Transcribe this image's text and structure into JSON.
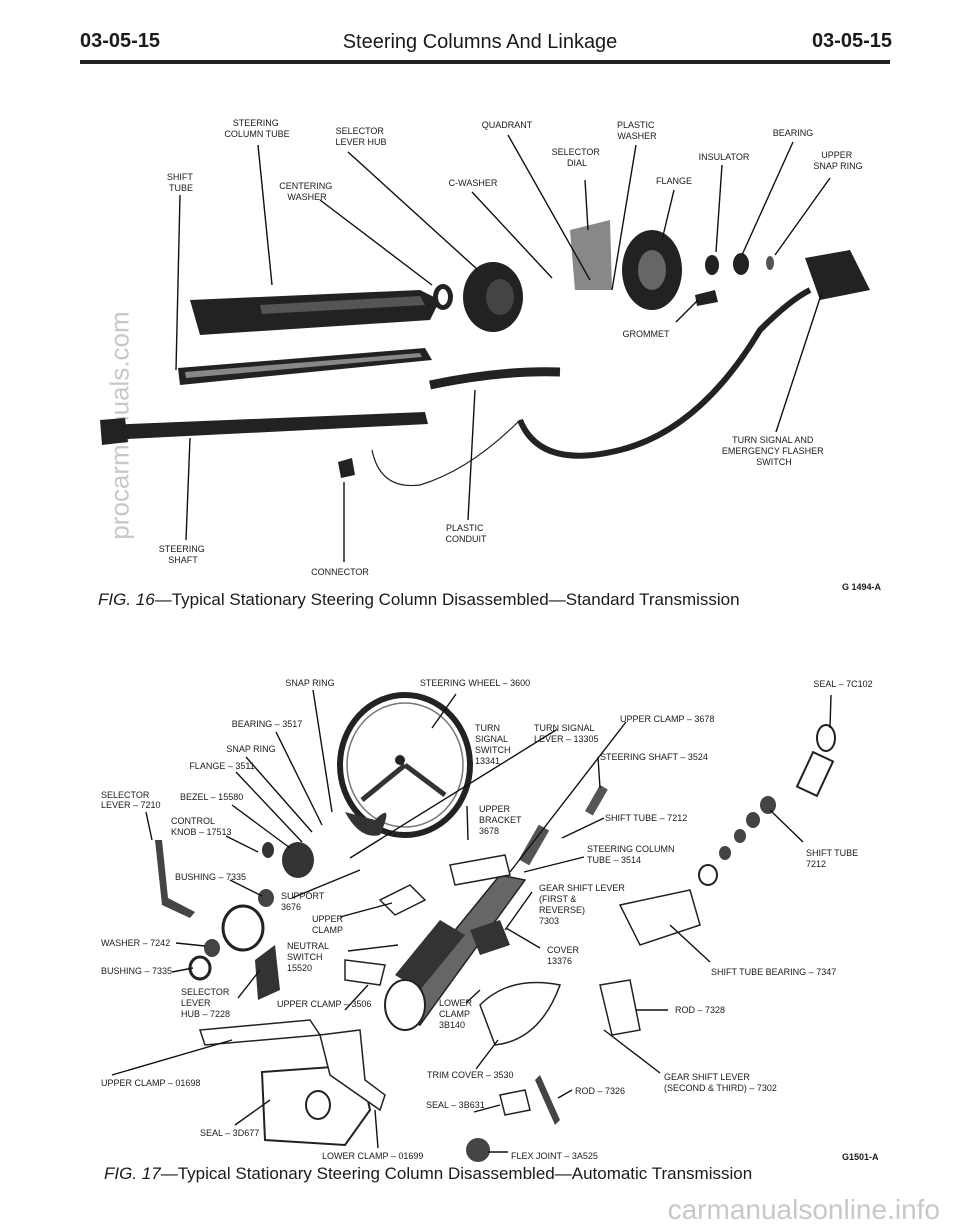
{
  "header": {
    "left_code": "03-05-15",
    "title": "Steering Columns And Linkage",
    "right_code": "03-05-15"
  },
  "figure16": {
    "labels": {
      "steering_column_tube": [
        "STEERING",
        "COLUMN TUBE"
      ],
      "selector_lever_hub": [
        "SELECTOR",
        "LEVER HUB"
      ],
      "quadrant": "QUADRANT",
      "plastic_washer": [
        "PLASTIC",
        "WASHER"
      ],
      "bearing": "BEARING",
      "shift_tube": [
        "SHIFT",
        "TUBE"
      ],
      "centering_washer": [
        "CENTERING",
        "WASHER"
      ],
      "c_washer": "C-WASHER",
      "selector_dial": [
        "SELECTOR",
        "DIAL"
      ],
      "insulator": "INSULATOR",
      "upper_snap_ring": [
        "UPPER",
        "SNAP RING"
      ],
      "flange": "FLANGE",
      "grommet": "GROMMET",
      "turn_signal": [
        "TURN SIGNAL AND",
        "EMERGENCY FLASHER",
        "SWITCH"
      ],
      "steering_shaft": [
        "STEERING",
        "SHAFT"
      ],
      "plastic_conduit": [
        "PLASTIC",
        "CONDUIT"
      ],
      "connector": "CONNECTOR"
    },
    "caption_prefix": "FIG.",
    "caption_num": "16",
    "caption_text": "—Typical Stationary Steering Column Disassembled—Standard Transmission",
    "code": "G 1494-A"
  },
  "figure17": {
    "labels": {
      "snap_ring_top": "SNAP RING",
      "steering_wheel": "STEERING WHEEL – 3600",
      "seal_7c102": "SEAL – 7C102",
      "bearing_3517": "BEARING – 3517",
      "turn_signal_switch": [
        "TURN",
        "SIGNAL",
        "SWITCH",
        "13341"
      ],
      "turn_signal_lever": [
        "TURN SIGNAL",
        "LEVER – 13305"
      ],
      "upper_clamp_3678": "UPPER CLAMP – 3678",
      "snap_ring_2": "SNAP RING",
      "flange_3511": "FLANGE – 3511",
      "steering_shaft_3524": "STEERING SHAFT – 3524",
      "selector_lever": [
        "SELECTOR",
        "LEVER – 7210"
      ],
      "bezel": "BEZEL – 15580",
      "upper_bracket": [
        "UPPER",
        "BRACKET",
        "3678"
      ],
      "control_knob": [
        "CONTROL",
        "KNOB – 17513"
      ],
      "shift_tube_7212": "SHIFT TUBE – 7212",
      "steering_column_tube": [
        "STEERING COLUMN",
        "TUBE – 3514"
      ],
      "shift_tube_right": [
        "SHIFT TUBE",
        "7212"
      ],
      "bushing_7335_a": "BUSHING – 7335",
      "support": [
        "SUPPORT",
        "3676"
      ],
      "gear_shift_lever_first": [
        "GEAR SHIFT LEVER",
        "(FIRST &",
        "REVERSE)",
        "7303"
      ],
      "upper_clamp": [
        "UPPER",
        "CLAMP"
      ],
      "washer_7242": "WASHER – 7242",
      "neutral_switch": [
        "NEUTRAL",
        "SWITCH",
        "15520"
      ],
      "cover": [
        "COVER",
        "13376"
      ],
      "bushing_7335_b": "BUSHING – 7335",
      "shift_tube_bearing": "SHIFT TUBE BEARING – 7347",
      "selector_lever_hub": [
        "SELECTOR",
        "LEVER",
        "HUB – 7228"
      ],
      "upper_clamp_3506": "UPPER CLAMP – 3506",
      "lower_clamp": [
        "LOWER",
        "CLAMP",
        "3B140"
      ],
      "rod_7328": "ROD – 7328",
      "upper_clamp_01698": "UPPER CLAMP – 01698",
      "trim_cover": "TRIM COVER – 3530",
      "gear_shift_lever_second": [
        "GEAR SHIFT LEVER",
        "(SECOND & THIRD) – 7302"
      ],
      "rod_7326": "ROD – 7326",
      "seal_3b631": "SEAL – 3B631",
      "seal_3d677": "SEAL – 3D677",
      "lower_clamp_01699": "LOWER CLAMP – 01699",
      "flex_joint": "FLEX JOINT – 3A525"
    },
    "caption_prefix": "FIG.",
    "caption_num": "17",
    "caption_text": "—Typical Stationary Steering Column Disassembled—Automatic Transmission",
    "code": "G1501-A"
  },
  "watermarks": {
    "left": "procarmanuals.com",
    "bottom": "carmanualsonline.info"
  }
}
